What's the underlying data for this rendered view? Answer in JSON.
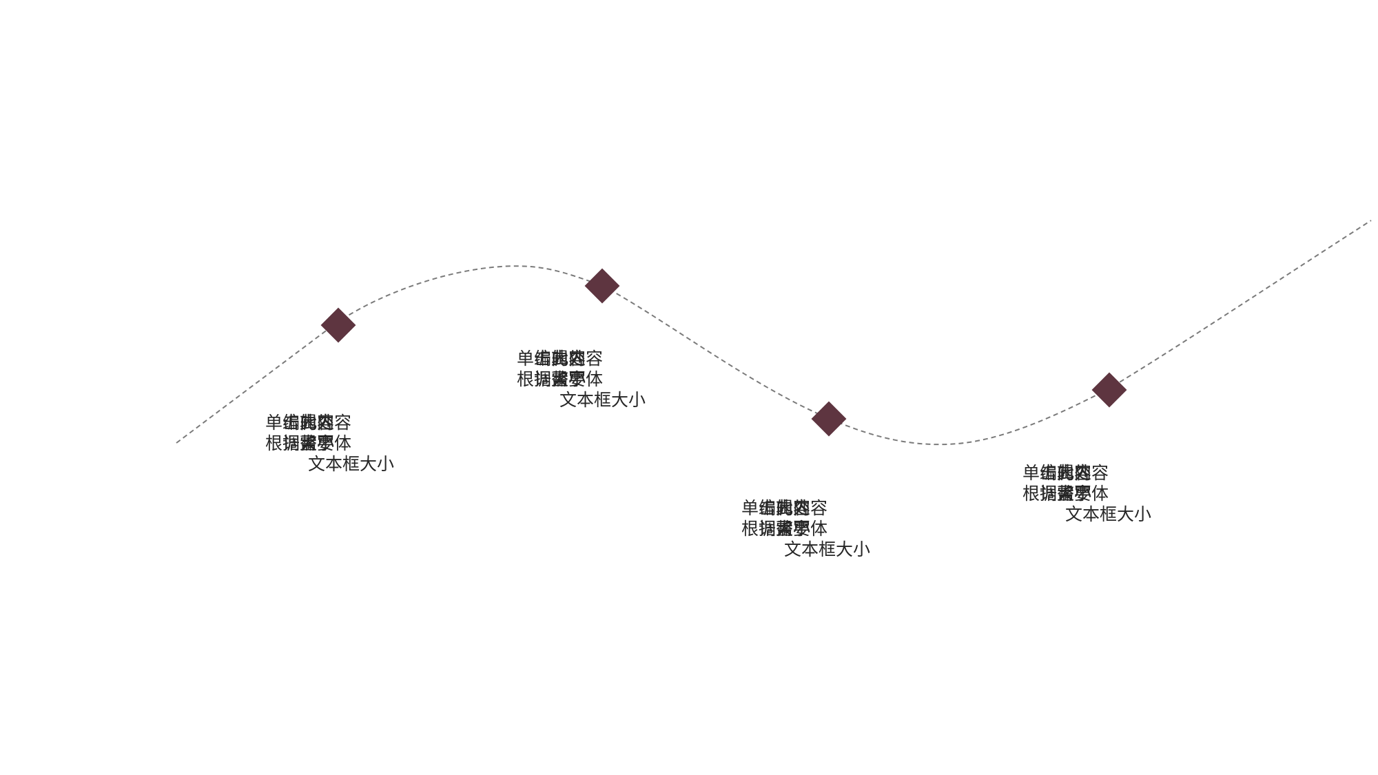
{
  "colors": {
    "background": "#ffffff",
    "marker": "#5e3540",
    "curve": "#7a7a7a",
    "text": "#262626"
  },
  "milestones": [
    {
      "id": "m1",
      "line1_a": "单击此处",
      "line1_b": "编辑内容",
      "line1_c": "内容",
      "line2_a": "根据需要",
      "line2_b": "调整字体",
      "line2_c": "大小",
      "line3": "文本框大小"
    },
    {
      "id": "m2",
      "line1_a": "单击此处",
      "line1_b": "编辑内容",
      "line1_c": "内容",
      "line2_a": "根据需要",
      "line2_b": "调整字体",
      "line2_c": "大小",
      "line3": "文本框大小"
    },
    {
      "id": "m3",
      "line1_a": "单击此处",
      "line1_b": "编辑内容",
      "line1_c": "内容",
      "line2_a": "根据需要",
      "line2_b": "调整字体",
      "line2_c": "大小",
      "line3": "文本框大小"
    },
    {
      "id": "m4",
      "line1_a": "单击此处",
      "line1_b": "编辑内容",
      "line1_c": "内容",
      "line2_a": "根据需要",
      "line2_b": "调整字体",
      "line2_c": "大小",
      "line3": "文本框大小"
    }
  ]
}
